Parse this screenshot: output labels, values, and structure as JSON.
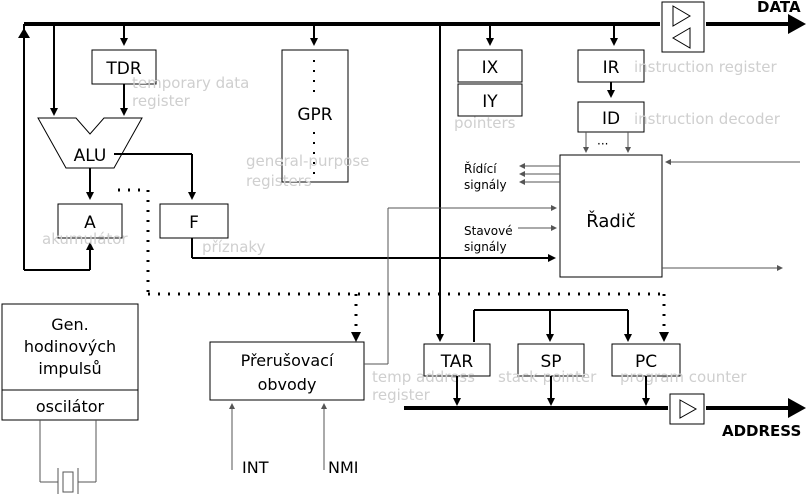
{
  "labels": {
    "data_bus": "DATA",
    "address_bus": "ADDRESS",
    "tdr": "TDR",
    "alu": "ALU",
    "acc": "A",
    "flags": "F",
    "gpr": "GPR",
    "ix": "IX",
    "iy": "IY",
    "ir": "IR",
    "id": "ID",
    "id_dots": "···",
    "controller": "Řadič",
    "control_signals_1": "Řídící",
    "control_signals_2": "signály",
    "status_signals_1": "Stavové",
    "status_signals_2": "signály",
    "clock_gen_1": "Gen.",
    "clock_gen_2": "hodinových",
    "clock_gen_3": "impulsů",
    "oscillator": "oscilátor",
    "interrupt_1": "Přerušovací",
    "interrupt_2": "obvody",
    "tar": "TAR",
    "sp": "SP",
    "pc": "PC",
    "int": "INT",
    "nmi": "NMI"
  },
  "annotations": {
    "tdr_1": "temporary data",
    "tdr_2": "register",
    "gpr_1": "general-purpose",
    "gpr_2": "registers",
    "acc": "akumulátor",
    "flags": "příznaky",
    "pointers": "pointers",
    "ir": "instruction register",
    "id": "instruction decoder",
    "tar_1": "temp address",
    "tar_2": "register",
    "sp": "stack pointer",
    "pc": "program counter"
  }
}
